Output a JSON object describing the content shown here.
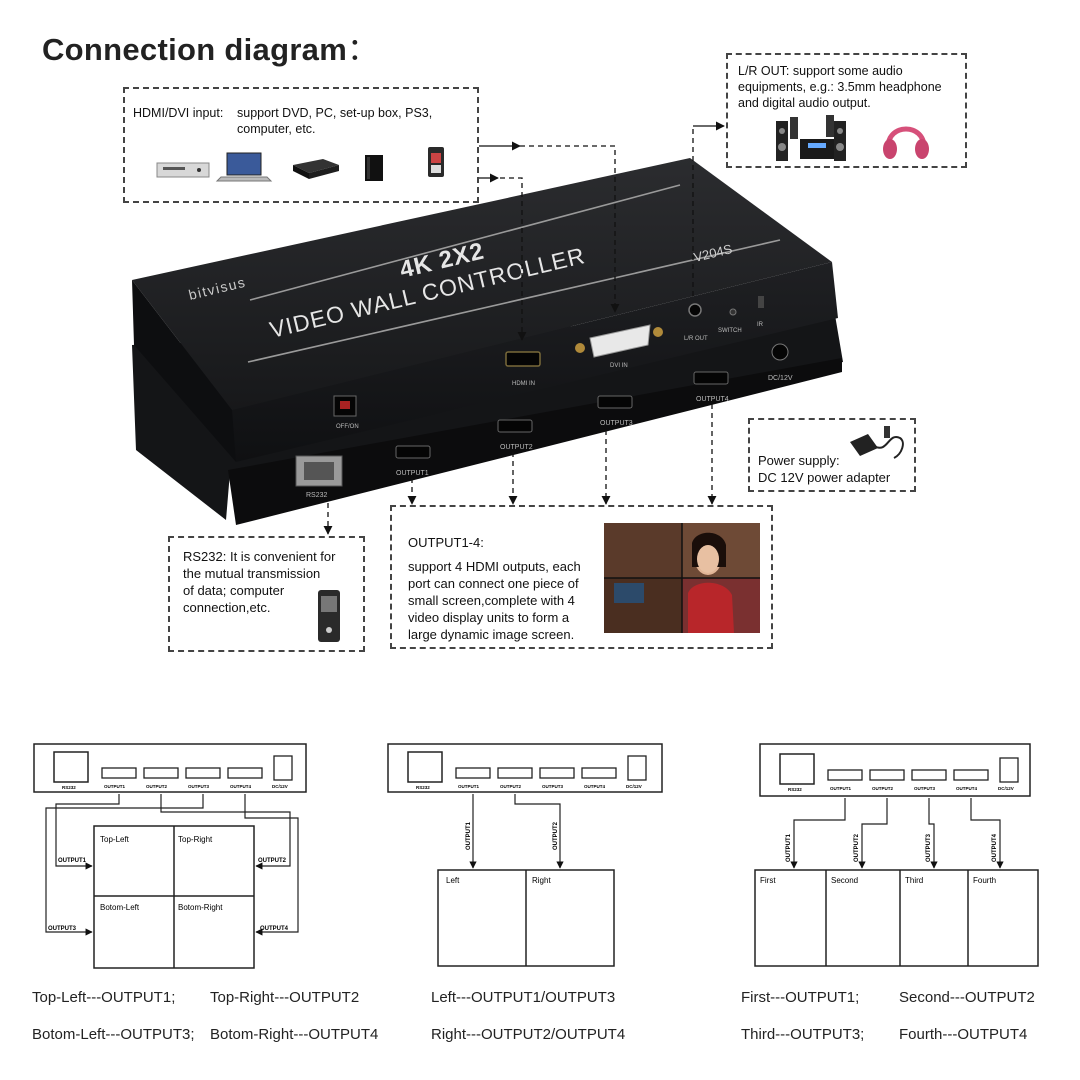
{
  "title": "Connection diagram",
  "title_colon": "：",
  "boxes": {
    "hdmi_dvi_label": "HDMI/DVI input:",
    "hdmi_dvi_text": "support DVD, PC, set-up box, PS3,\ncomputer, etc.",
    "lr_out_text": "L/R OUT: support some audio\nequipments, e.g.: 3.5mm headphone\nand digital audio output.",
    "power_text": "Power supply:\nDC 12V power adapter",
    "rs232_text": "RS232: It is convenient for\nthe mutual transmission\nof data;  computer\nconnection,etc.",
    "output_title": "OUTPUT1-4:",
    "output_text": "support 4 HDMI outputs, each\nport can connect one piece of\nsmall screen,complete with 4\nvideo display units to form a\nlarge dynamic image screen."
  },
  "device": {
    "brand": "bitvisus",
    "line1": "4K 2X2",
    "line2": "VIDEO WALL CONTROLLER",
    "model": "V204S",
    "ports_front": [
      "HDMI IN",
      "DVI IN",
      "L/R OUT",
      "SWITCH",
      "IR"
    ],
    "ports_back": [
      "OFF/ON",
      "RS232",
      "OUTPUT1",
      "OUTPUT2",
      "OUTPUT3",
      "OUTPUT4",
      "DC/12V"
    ]
  },
  "modes": [
    {
      "ports": [
        "RS232",
        "OUTPUT1",
        "OUTPUT2",
        "OUTPUT3",
        "OUTPUT4",
        "DC/12V"
      ],
      "cells": [
        "Top-Left",
        "Top-Right",
        "Botom-Left",
        "Botom-Right"
      ],
      "wire_labels": [
        "OUTPUT1",
        "OUTPUT2",
        "OUTPUT3",
        "OUTPUT4"
      ],
      "captions": [
        "Top-Left---OUTPUT1;",
        "Top-Right---OUTPUT2",
        "Botom-Left---OUTPUT3;",
        "Botom-Right---OUTPUT4"
      ]
    },
    {
      "ports": [
        "RS232",
        "OUTPUT1",
        "OUTPUT2",
        "OUTPUT3",
        "OUTPUT4",
        "DC/12V"
      ],
      "cells": [
        "Left",
        "Right"
      ],
      "wire_labels": [
        "OUTPUT1",
        "OUTPUT2"
      ],
      "captions": [
        "Left---OUTPUT1/OUTPUT3",
        "Right---OUTPUT2/OUTPUT4"
      ]
    },
    {
      "ports": [
        "RS232",
        "OUTPUT1",
        "OUTPUT2",
        "OUTPUT3",
        "OUTPUT4",
        "DC/12V"
      ],
      "cells": [
        "First",
        "Second",
        "Third",
        "Fourth"
      ],
      "wire_labels": [
        "OUTPUT1",
        "OUTPUT2",
        "OUTPUT3",
        "OUTPUT4"
      ],
      "captions": [
        "First---OUTPUT1;",
        "Second---OUTPUT2",
        "Third---OUTPUT3;",
        "Fourth---OUTPUT4"
      ]
    }
  ],
  "icons": [
    "dvd-player-icon",
    "laptop-icon",
    "set-top-box-icon",
    "console-icon",
    "power-adapter-icon",
    "speaker-system-icon",
    "headphone-icon",
    "video-wall-photo"
  ],
  "colors": {
    "device": "#1d1e20",
    "device_edge": "#0c0c0d",
    "text": "#111111",
    "headphone": "#d6507a"
  }
}
